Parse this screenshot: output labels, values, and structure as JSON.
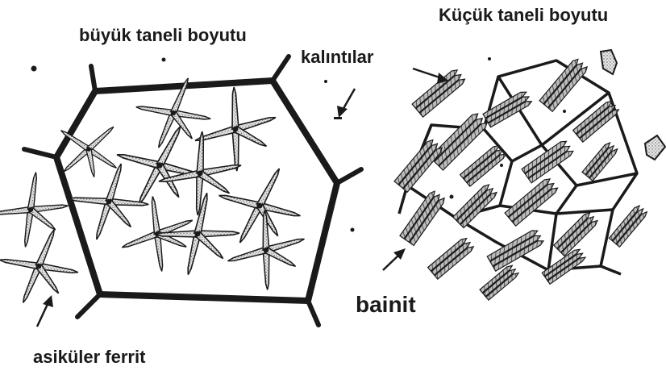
{
  "labels": {
    "large_grain": "büyük taneli boyutu",
    "small_grain": "Küçük taneli boyutu",
    "inclusions": "kalıntılar",
    "bainite": "bainit",
    "acicular_ferrite": "asiküler ferrit"
  },
  "colors": {
    "background": "#ffffff",
    "ink": "#1a1a1a",
    "crystal_fill": "#c8c8c8"
  }
}
